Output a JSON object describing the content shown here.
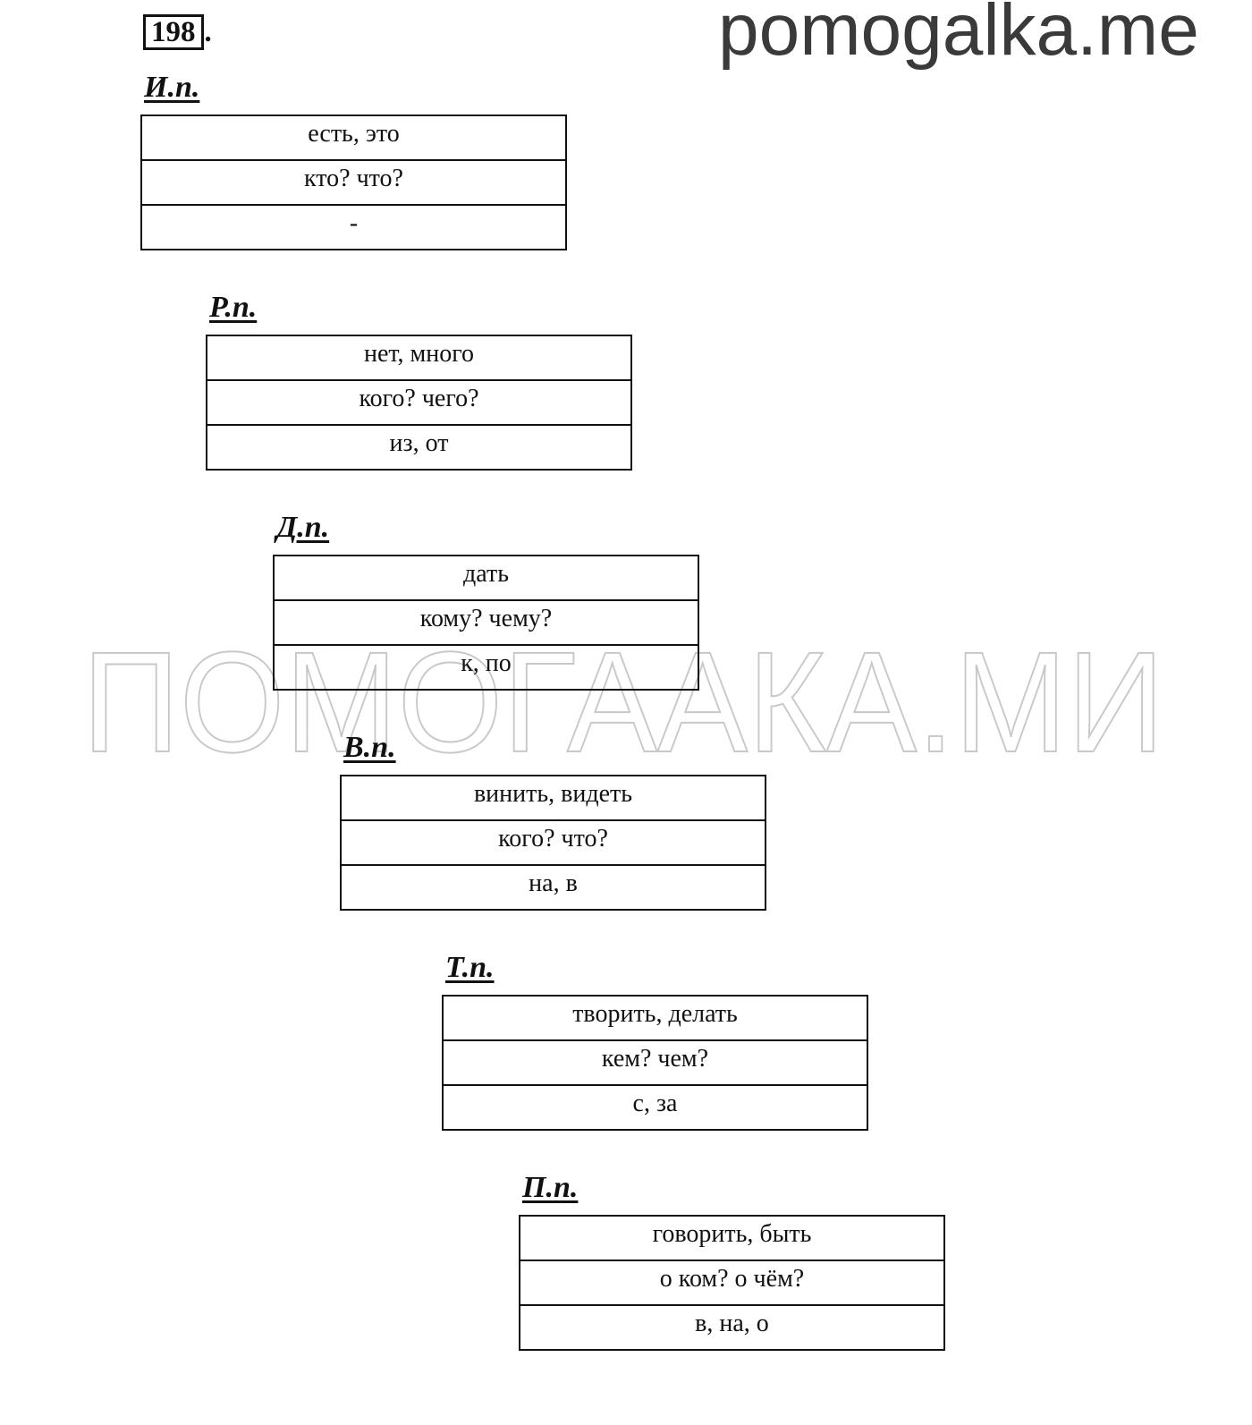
{
  "exercise": {
    "number": "198",
    "dot": "."
  },
  "site": {
    "name": "pomogalka.me"
  },
  "watermark": {
    "text": "ПОМОГААКА.МИ"
  },
  "cases": [
    {
      "label": "И.п.",
      "words": "есть, это",
      "questions": "кто? что?",
      "prepositions": "-"
    },
    {
      "label": "Р.п.",
      "words": "нет, много",
      "questions": "кого? чего?",
      "prepositions": "из, от"
    },
    {
      "label": "Д.п.",
      "words": "дать",
      "questions": "кому? чему?",
      "prepositions": "к, по"
    },
    {
      "label": "В.п.",
      "words": "винить, видеть",
      "questions": "кого? что?",
      "prepositions": "на, в"
    },
    {
      "label": "Т.п.",
      "words": "творить, делать",
      "questions": "кем? чем?",
      "prepositions": "с, за"
    },
    {
      "label": "П.п.",
      "words": "говорить, быть",
      "questions": "о ком? о чём?",
      "prepositions": "в, на, о"
    }
  ]
}
